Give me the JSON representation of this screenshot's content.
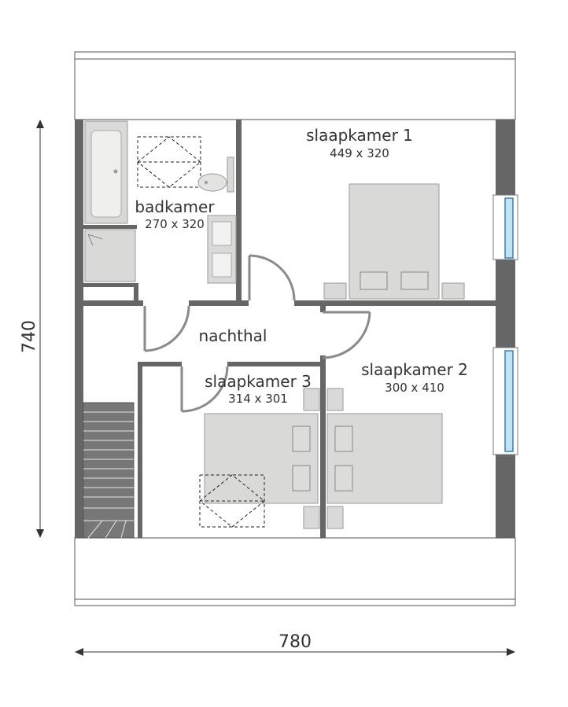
{
  "rooms": {
    "slaapkamer1": {
      "name": "slaapkamer 1",
      "size": "449 x 320"
    },
    "badkamer": {
      "name": "badkamer",
      "size": "270 x 320"
    },
    "nachthal": {
      "name": "nachthal"
    },
    "slaapkamer2": {
      "name": "slaapkamer 2",
      "size": "300 x 410"
    },
    "slaapkamer3": {
      "name": "slaapkamer 3",
      "size": "314 x 301"
    }
  },
  "dimensions": {
    "height": "740",
    "width": "780"
  },
  "colors": {
    "wall": "#666666",
    "furniture": "#d9d9d7",
    "window_glass": "#bfe3f5"
  }
}
